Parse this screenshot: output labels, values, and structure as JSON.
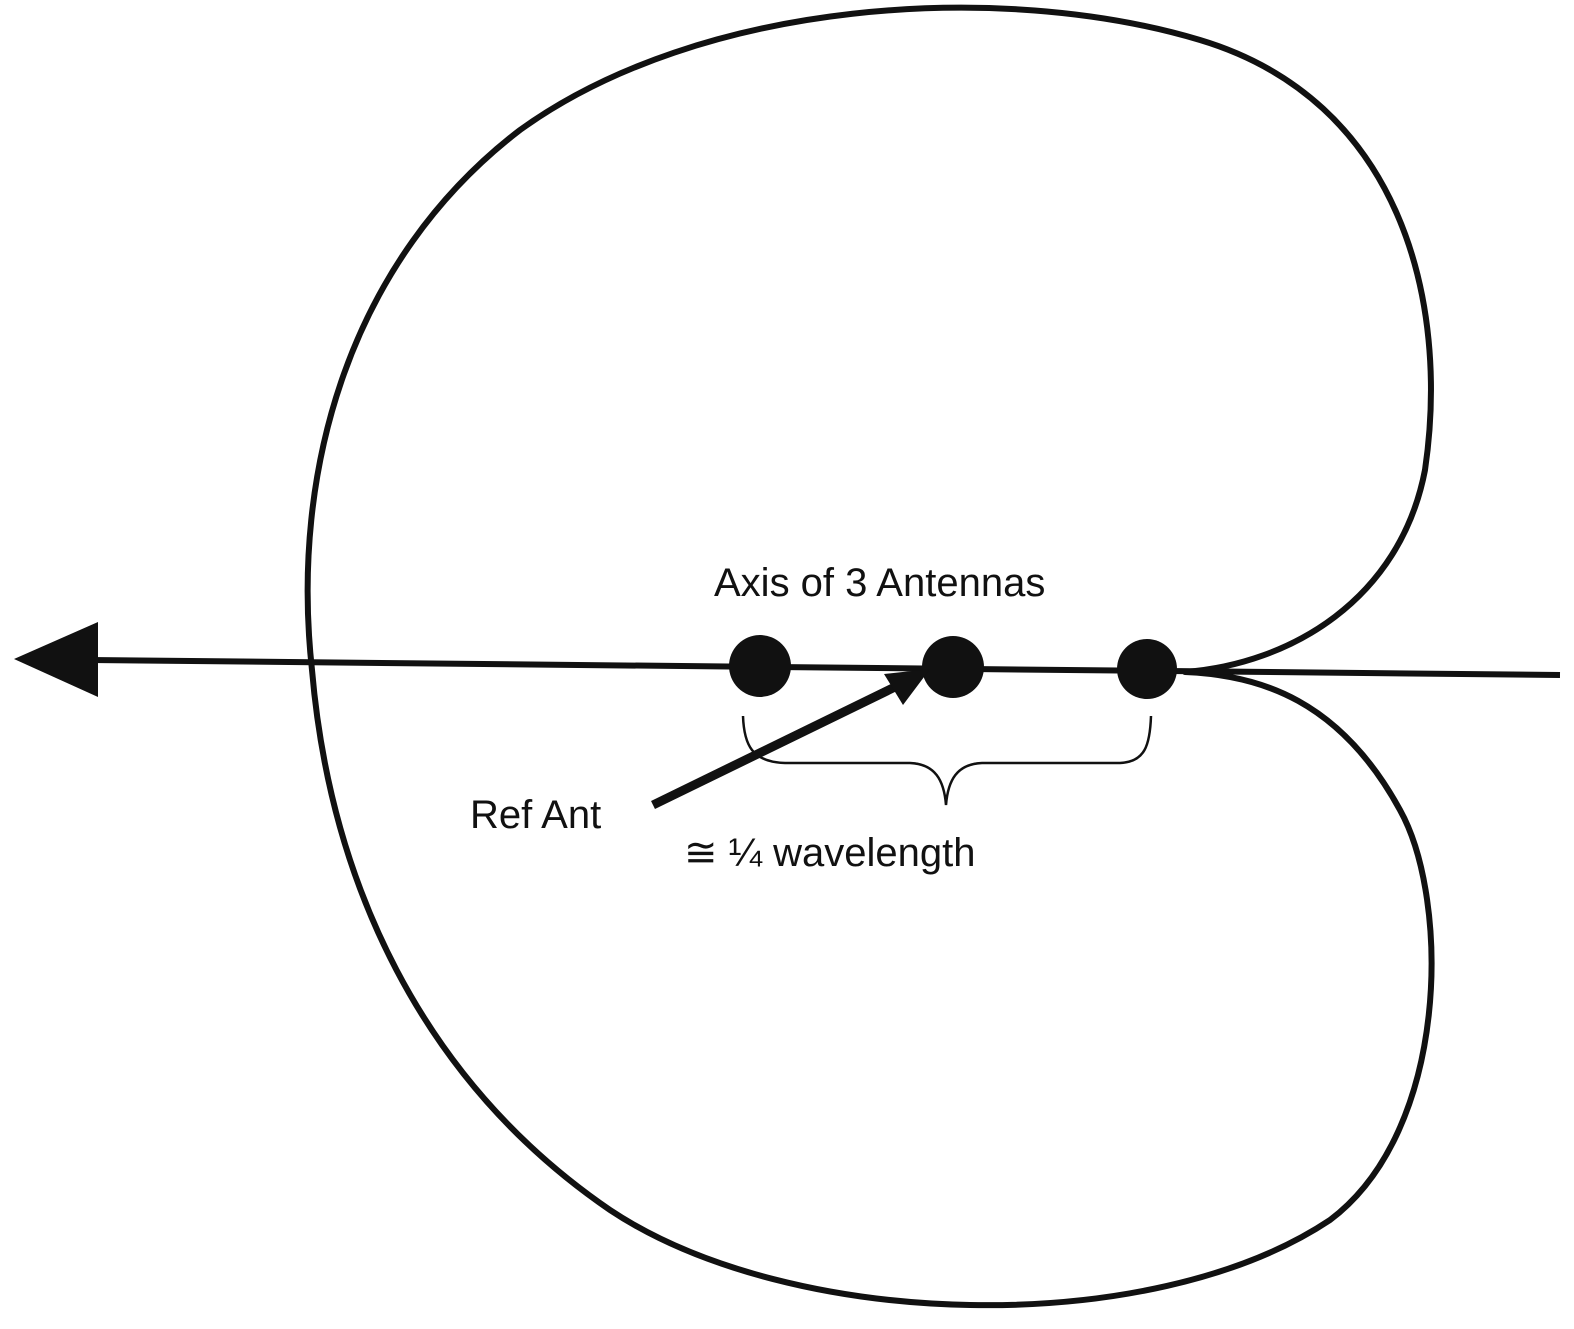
{
  "labels": {
    "axis": "Axis of 3 Antennas",
    "ref": "Ref Ant",
    "spacing": "≅ ¼ wavelength"
  },
  "antennas": [
    {
      "role": "antenna"
    },
    {
      "role": "reference-antenna"
    },
    {
      "role": "antenna"
    }
  ],
  "colors": {
    "stroke": "#111111",
    "background": "#ffffff"
  }
}
